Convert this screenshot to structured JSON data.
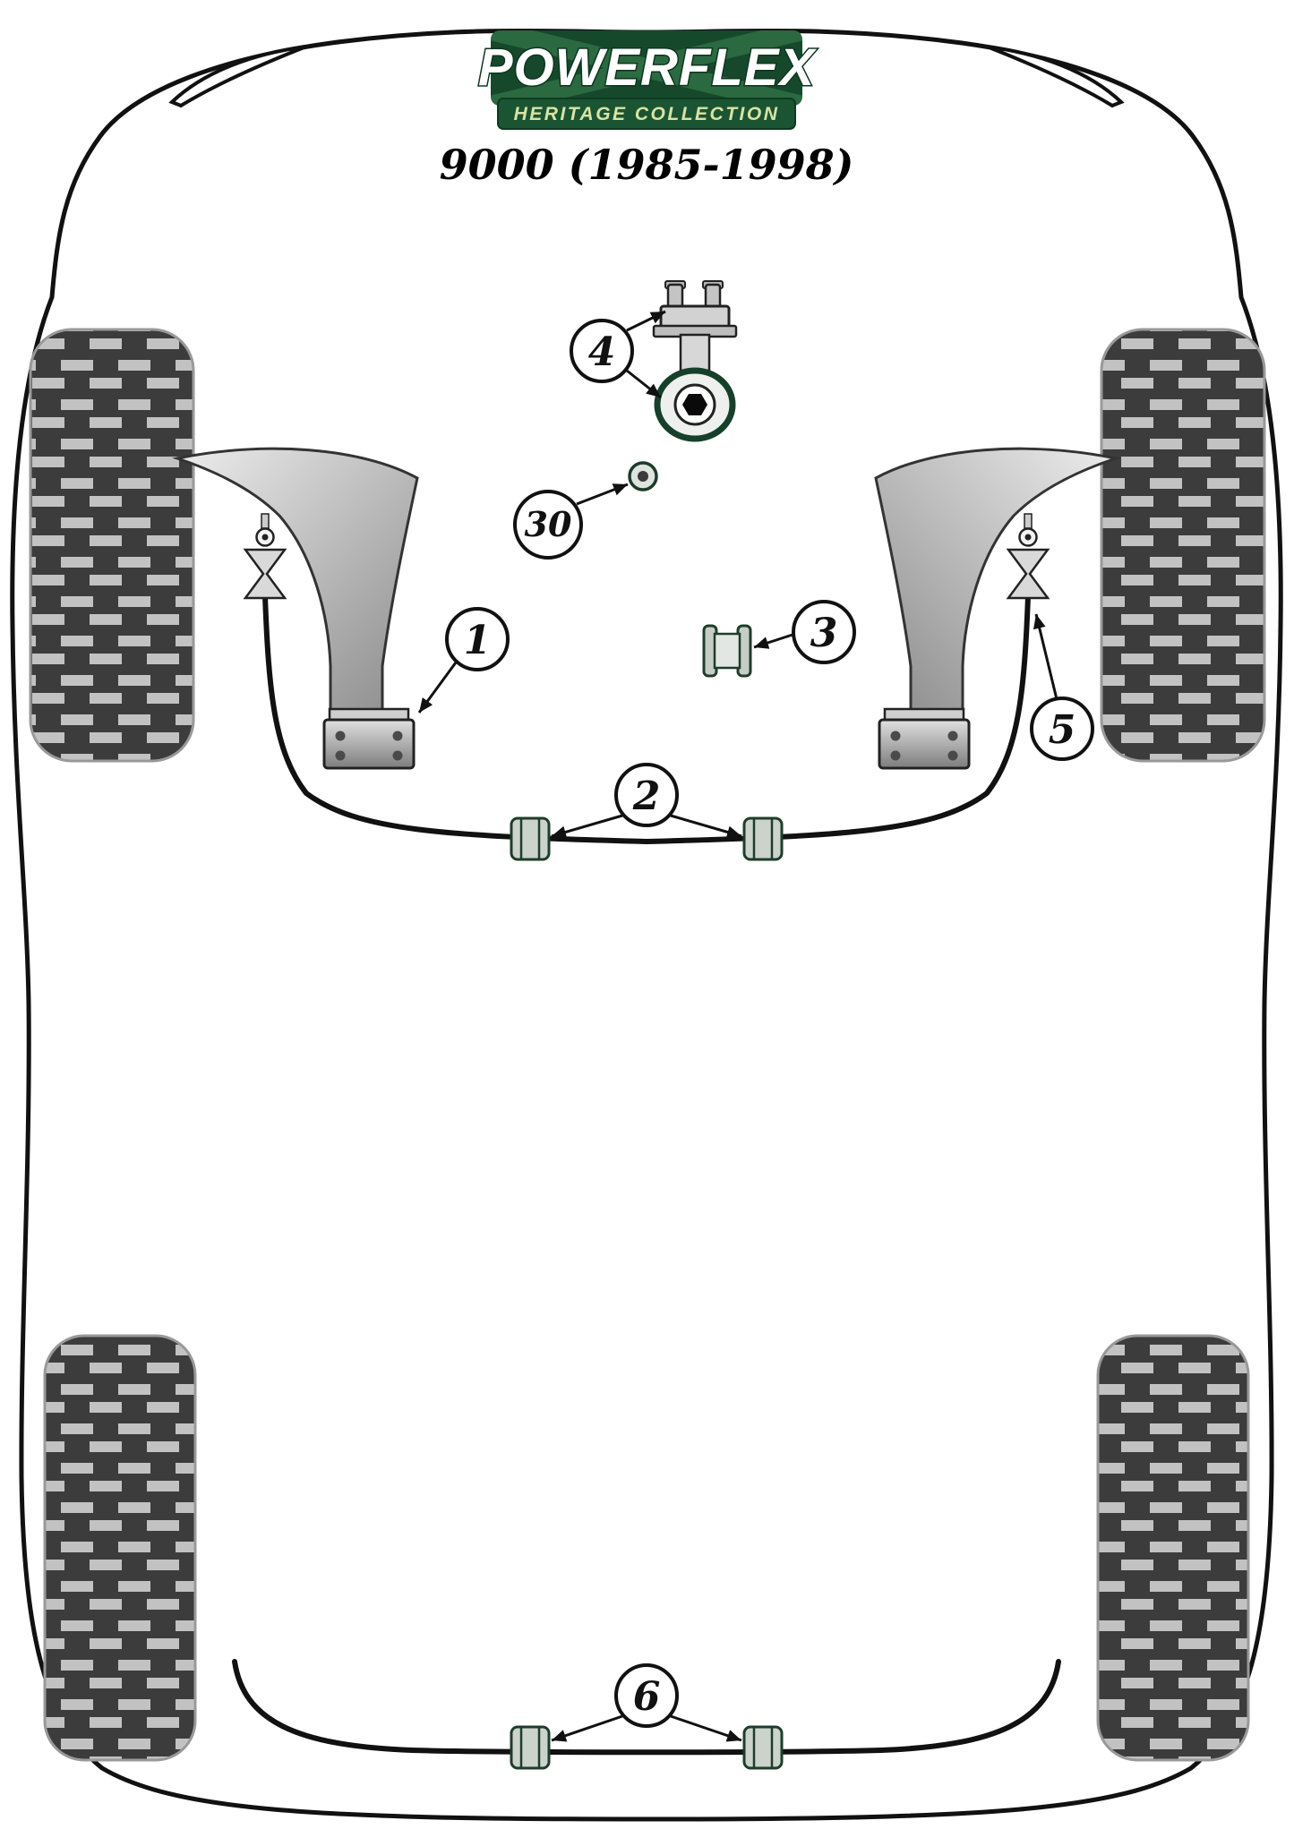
{
  "logo": {
    "brand": "POWERFLEX",
    "subtitle": "HERITAGE COLLECTION"
  },
  "title": "9000 (1985-1998)",
  "callouts": {
    "c1": {
      "label": "1"
    },
    "c2": {
      "label": "2"
    },
    "c3": {
      "label": "3"
    },
    "c4": {
      "label": "4"
    },
    "c5": {
      "label": "5"
    },
    "c6": {
      "label": "6"
    },
    "c30": {
      "label": "30"
    }
  },
  "colors": {
    "outline": "#111111",
    "logo_green": "#16492b",
    "logo_green_light": "#2f6f46",
    "banner_text": "#d9e3a3",
    "part_green": "#1e3d2b",
    "tire_dark": "#3c3c3c",
    "tire_light": "#c2c2c2"
  }
}
